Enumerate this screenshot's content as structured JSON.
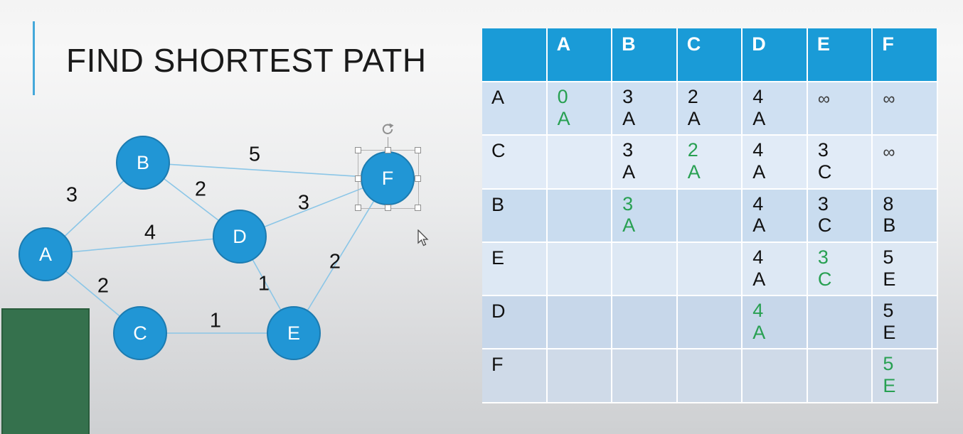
{
  "slide": {
    "title": "FIND SHORTEST PATH"
  },
  "colors": {
    "accent_line": "#44a8da",
    "node_blue": "#2196d5",
    "edge_blue": "#8bc6e7",
    "header_blue": "#1a9bd7",
    "row_blue_dark": "#c9dcef",
    "row_blue_light": "#e1ebf7",
    "green_text": "#28a052",
    "green_shape": "#35714d"
  },
  "icons": {
    "rotation_handle": "rotate-arrow-icon",
    "cursor": "arrow-pointer-icon"
  },
  "graph": {
    "nodes": [
      {
        "id": "A",
        "label": "A"
      },
      {
        "id": "B",
        "label": "B"
      },
      {
        "id": "C",
        "label": "C"
      },
      {
        "id": "D",
        "label": "D"
      },
      {
        "id": "E",
        "label": "E"
      },
      {
        "id": "F",
        "label": "F"
      }
    ],
    "edges": [
      {
        "from": "A",
        "to": "B",
        "weight": "3"
      },
      {
        "from": "A",
        "to": "D",
        "weight": "4"
      },
      {
        "from": "A",
        "to": "C",
        "weight": "2"
      },
      {
        "from": "B",
        "to": "D",
        "weight": "2"
      },
      {
        "from": "B",
        "to": "F",
        "weight": "5"
      },
      {
        "from": "D",
        "to": "F",
        "weight": "3"
      },
      {
        "from": "D",
        "to": "E",
        "weight": "1"
      },
      {
        "from": "C",
        "to": "E",
        "weight": "1"
      },
      {
        "from": "E",
        "to": "F",
        "weight": "2"
      }
    ],
    "selection": {
      "selected_node": "F"
    }
  },
  "table": {
    "columns": [
      "",
      "A",
      "B",
      "C",
      "D",
      "E",
      "F"
    ],
    "rows": [
      {
        "label": "A",
        "cells": [
          {
            "value": "0",
            "via": "A",
            "green": true
          },
          {
            "value": "3",
            "via": "A"
          },
          {
            "value": "2",
            "via": "A"
          },
          {
            "value": "4",
            "via": "A"
          },
          {
            "value": "∞",
            "via": ""
          },
          {
            "value": "∞",
            "via": ""
          }
        ]
      },
      {
        "label": "C",
        "cells": [
          {
            "value": "",
            "via": ""
          },
          {
            "value": "3",
            "via": "A"
          },
          {
            "value": "2",
            "via": "A",
            "green": true
          },
          {
            "value": "4",
            "via": "A"
          },
          {
            "value": "3",
            "via": "C"
          },
          {
            "value": "∞",
            "via": ""
          }
        ]
      },
      {
        "label": "B",
        "cells": [
          {
            "value": "",
            "via": ""
          },
          {
            "value": "3",
            "via": "A",
            "green": true
          },
          {
            "value": "",
            "via": ""
          },
          {
            "value": "4",
            "via": "A"
          },
          {
            "value": "3",
            "via": "C"
          },
          {
            "value": "8",
            "via": "B"
          }
        ]
      },
      {
        "label": "E",
        "cells": [
          {
            "value": "",
            "via": ""
          },
          {
            "value": "",
            "via": ""
          },
          {
            "value": "",
            "via": ""
          },
          {
            "value": "4",
            "via": "A"
          },
          {
            "value": "3",
            "via": "C",
            "green": true
          },
          {
            "value": "5",
            "via": "E"
          }
        ]
      },
      {
        "label": "D",
        "cells": [
          {
            "value": "",
            "via": ""
          },
          {
            "value": "",
            "via": ""
          },
          {
            "value": "",
            "via": ""
          },
          {
            "value": "4",
            "via": "A",
            "green": true
          },
          {
            "value": "",
            "via": ""
          },
          {
            "value": "5",
            "via": "E"
          }
        ]
      },
      {
        "label": "F",
        "cells": [
          {
            "value": "",
            "via": ""
          },
          {
            "value": "",
            "via": ""
          },
          {
            "value": "",
            "via": ""
          },
          {
            "value": "",
            "via": ""
          },
          {
            "value": "",
            "via": ""
          },
          {
            "value": "5",
            "via": "E",
            "green": true
          }
        ]
      }
    ]
  }
}
